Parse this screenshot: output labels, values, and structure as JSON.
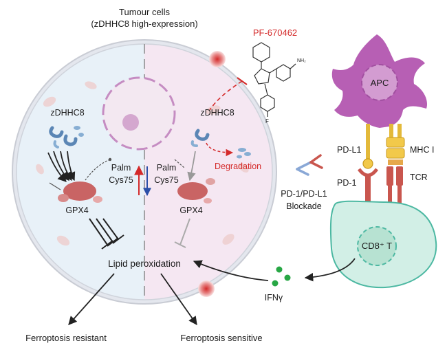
{
  "title_line1": "Tumour cells",
  "title_line2": "(zDHHC8 high-expression)",
  "drug": "PF-670462",
  "drug_group": "NH₂",
  "drug_atom": "F",
  "left_enzyme": "zDHHC8",
  "right_enzyme": "zDHHC8",
  "palm_left": "Palm",
  "cys_left": "Cys75",
  "palm_right": "Palm",
  "cys_right": "Cys75",
  "gpx4_left": "GPX4",
  "gpx4_right": "GPX4",
  "degradation": "Degradation",
  "lipid": "Lipid peroxidation",
  "resistant": "Ferroptosis resistant",
  "sensitive": "Ferroptosis sensitive",
  "apc": "APC",
  "pdl1": "PD-L1",
  "mhc": "MHC I",
  "pd1": "PD-1",
  "tcr": "TCR",
  "blockade_line1": "PD-1/PD-L1",
  "blockade_line2": "Blockade",
  "cd8": "CD8⁺ T",
  "ifn": "IFNγ",
  "colors": {
    "left_half": "#e8f1f8",
    "right_half": "#f5e7f2",
    "membrane": "#c9ccd4",
    "enzyme": "#5b86b5",
    "gpx4": "#c96464",
    "apc": "#b75fb4",
    "tcell": "#d2efe6",
    "tcell_border": "#4cb8a2",
    "ifn": "#28a745",
    "accent_red": "#d42a2a",
    "mhc": "#f2c94a"
  }
}
